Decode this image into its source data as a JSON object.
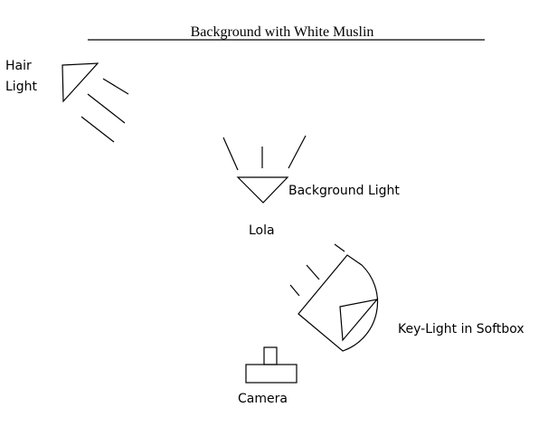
{
  "title": "Background with White Muslin",
  "labels": {
    "hair_light_line1": "Hair",
    "hair_light_line2": "Light",
    "background_light": "Background Light",
    "subject": "Lola",
    "key_light": "Key-Light in Softbox",
    "camera": "Camera"
  },
  "colors": {
    "background": "#ffffff",
    "ink": "#000000"
  }
}
